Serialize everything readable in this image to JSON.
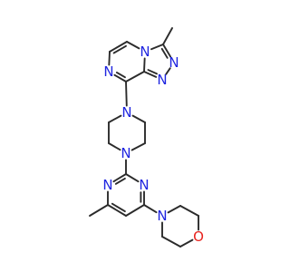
{
  "molecule": {
    "colors": {
      "bond": "#2b2b2b",
      "nitrogen": "#1f25e0",
      "oxygen": "#e8231e",
      "background": "#ffffff"
    },
    "atoms": [
      {
        "id": "a1",
        "element": "C",
        "label": ""
      },
      {
        "id": "a2",
        "element": "C",
        "label": ""
      },
      {
        "id": "a3",
        "element": "N",
        "label": "N"
      },
      {
        "id": "a4",
        "element": "N",
        "label": "N"
      },
      {
        "id": "a5",
        "element": "C",
        "label": ""
      },
      {
        "id": "a6",
        "element": "N",
        "label": "N"
      },
      {
        "id": "a7",
        "element": "C",
        "label": ""
      },
      {
        "id": "a8",
        "element": "C",
        "label": ""
      },
      {
        "id": "a9",
        "element": "N",
        "label": "N"
      },
      {
        "id": "a10",
        "element": "C",
        "label": ""
      },
      {
        "id": "a11",
        "element": "N",
        "label": "N"
      },
      {
        "id": "a12",
        "element": "C",
        "label": ""
      },
      {
        "id": "a13",
        "element": "C",
        "label": ""
      },
      {
        "id": "a14",
        "element": "N",
        "label": "N"
      },
      {
        "id": "a15",
        "element": "C",
        "label": ""
      },
      {
        "id": "a16",
        "element": "C",
        "label": ""
      },
      {
        "id": "a17",
        "element": "C",
        "label": ""
      },
      {
        "id": "a18",
        "element": "N",
        "label": "N"
      },
      {
        "id": "a19",
        "element": "C",
        "label": ""
      },
      {
        "id": "a20",
        "element": "C",
        "label": ""
      },
      {
        "id": "a21",
        "element": "C",
        "label": ""
      },
      {
        "id": "a22",
        "element": "C",
        "label": ""
      },
      {
        "id": "a23",
        "element": "N",
        "label": "N"
      },
      {
        "id": "a24",
        "element": "C",
        "label": ""
      },
      {
        "id": "a25",
        "element": "N",
        "label": "N"
      },
      {
        "id": "a26",
        "element": "C",
        "label": ""
      },
      {
        "id": "a27",
        "element": "C",
        "label": ""
      },
      {
        "id": "a28",
        "element": "O",
        "label": "O"
      },
      {
        "id": "a29",
        "element": "C",
        "label": ""
      },
      {
        "id": "a30",
        "element": "C",
        "label": ""
      }
    ],
    "bonds": [
      {
        "a": "a1",
        "b": "a2",
        "order": 1
      },
      {
        "a": "a2",
        "b": "a3",
        "order": 2
      },
      {
        "a": "a3",
        "b": "a4",
        "order": 1
      },
      {
        "a": "a4",
        "b": "a5",
        "order": 2
      },
      {
        "a": "a5",
        "b": "a6",
        "order": 1
      },
      {
        "a": "a6",
        "b": "a2",
        "order": 1
      },
      {
        "a": "a6",
        "b": "a7",
        "order": 1
      },
      {
        "a": "a7",
        "b": "a8",
        "order": 2
      },
      {
        "a": "a8",
        "b": "a9",
        "order": 1
      },
      {
        "a": "a9",
        "b": "a10",
        "order": 2
      },
      {
        "a": "a10",
        "b": "a5",
        "order": 1
      },
      {
        "a": "a10",
        "b": "a11",
        "order": 1
      },
      {
        "a": "a11",
        "b": "a12",
        "order": 1
      },
      {
        "a": "a12",
        "b": "a13",
        "order": 1
      },
      {
        "a": "a13",
        "b": "a14",
        "order": 1
      },
      {
        "a": "a14",
        "b": "a15",
        "order": 1
      },
      {
        "a": "a15",
        "b": "a16",
        "order": 1
      },
      {
        "a": "a16",
        "b": "a11",
        "order": 1
      },
      {
        "a": "a14",
        "b": "a17",
        "order": 1
      },
      {
        "a": "a17",
        "b": "a18",
        "order": 2
      },
      {
        "a": "a18",
        "b": "a19",
        "order": 1
      },
      {
        "a": "a19",
        "b": "a20",
        "order": 1
      },
      {
        "a": "a19",
        "b": "a21",
        "order": 2
      },
      {
        "a": "a21",
        "b": "a22",
        "order": 1
      },
      {
        "a": "a22",
        "b": "a23",
        "order": 2
      },
      {
        "a": "a23",
        "b": "a17",
        "order": 1
      },
      {
        "a": "a22",
        "b": "a25",
        "order": 1
      },
      {
        "a": "a25",
        "b": "a26",
        "order": 1
      },
      {
        "a": "a26",
        "b": "a27",
        "order": 1
      },
      {
        "a": "a27",
        "b": "a28",
        "order": 1
      },
      {
        "a": "a28",
        "b": "a29",
        "order": 1
      },
      {
        "a": "a29",
        "b": "a30",
        "order": 1
      },
      {
        "a": "a30",
        "b": "a25",
        "order": 1
      }
    ]
  }
}
